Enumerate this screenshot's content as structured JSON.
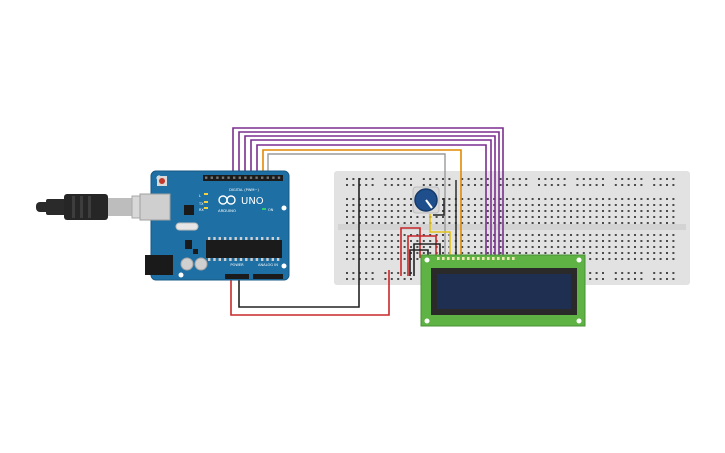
{
  "arduino": {
    "brand": "ARDUINO",
    "model": "UNO",
    "digital_label": "DIGITAL (PWM~)",
    "power_label": "POWER",
    "analog_label": "ANALOG IN",
    "tx_label": "TX",
    "rx_label": "RX",
    "l_label": "L",
    "on_label": "ON"
  },
  "colors": {
    "board": "#1e6fa3",
    "breadboard": "#e2e2e2",
    "lcd_pcb": "#5fb344",
    "lcd_screen": "#1f2f52",
    "wire_purple": "#7a2f8f",
    "wire_orange": "#e08a00",
    "wire_red": "#c8282a",
    "wire_black": "#222222",
    "wire_yellow": "#e4c21a",
    "pot_knob": "#1e4f8c"
  }
}
